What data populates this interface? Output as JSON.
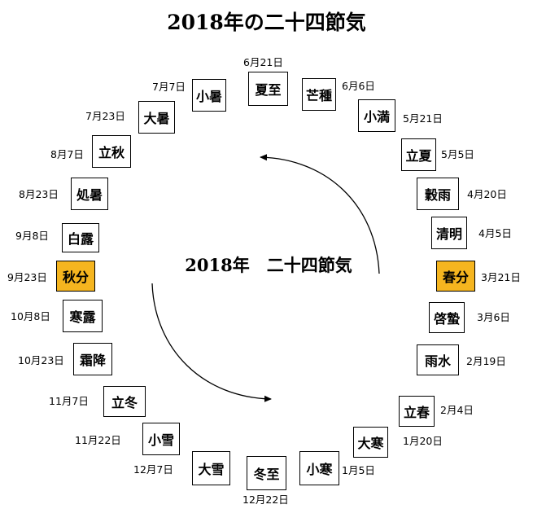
{
  "title": "2018年の二十四節気",
  "center_title": "2018年　二十四節気",
  "highlight_color": "#f5b51f",
  "terms": [
    {
      "name": "夏至",
      "date": "6月21日",
      "highlight": false
    },
    {
      "name": "芒種",
      "date": "6月6日",
      "highlight": false
    },
    {
      "name": "小満",
      "date": "5月21日",
      "highlight": false
    },
    {
      "name": "立夏",
      "date": "5月5日",
      "highlight": false
    },
    {
      "name": "穀雨",
      "date": "4月20日",
      "highlight": false
    },
    {
      "name": "清明",
      "date": "4月5日",
      "highlight": false
    },
    {
      "name": "春分",
      "date": "3月21日",
      "highlight": true
    },
    {
      "name": "啓蟄",
      "date": "3月6日",
      "highlight": false
    },
    {
      "name": "雨水",
      "date": "2月19日",
      "highlight": false
    },
    {
      "name": "立春",
      "date": "2月4日",
      "highlight": false
    },
    {
      "name": "大寒",
      "date": "1月20日",
      "highlight": false
    },
    {
      "name": "小寒",
      "date": "1月5日",
      "highlight": false
    },
    {
      "name": "冬至",
      "date": "12月22日",
      "highlight": false
    },
    {
      "name": "大雪",
      "date": "12月7日",
      "highlight": false
    },
    {
      "name": "小雪",
      "date": "11月22日",
      "highlight": false
    },
    {
      "name": "立冬",
      "date": "11月7日",
      "highlight": false
    },
    {
      "name": "霜降",
      "date": "10月23日",
      "highlight": false
    },
    {
      "name": "寒露",
      "date": "10月8日",
      "highlight": false
    },
    {
      "name": "秋分",
      "date": "9月23日",
      "highlight": true
    },
    {
      "name": "白露",
      "date": "9月8日",
      "highlight": false
    },
    {
      "name": "処暑",
      "date": "8月23日",
      "highlight": false
    },
    {
      "name": "立秋",
      "date": "8月7日",
      "highlight": false
    },
    {
      "name": "大暑",
      "date": "7月23日",
      "highlight": false
    },
    {
      "name": "小暑",
      "date": "7月7日",
      "highlight": false
    }
  ]
}
